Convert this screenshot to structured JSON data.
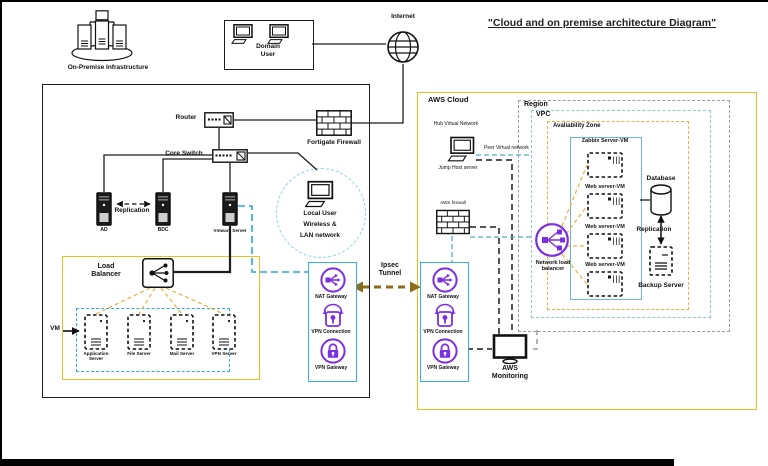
{
  "title": "\"Cloud and on premise architecture Diagram\"",
  "top": {
    "infra": "On-Premise Infrastructure",
    "domain_user": "Domain User",
    "internet": "Internet"
  },
  "onprem": {
    "router": "Router",
    "core_switch": "Core Switch",
    "firewall": "Fortigate Firewall",
    "replication": "Replication",
    "servers": [
      {
        "name": "AD"
      },
      {
        "name": "BDC"
      },
      {
        "name": "Vmware Server"
      }
    ],
    "local_user": {
      "l1": "Local User",
      "l2": "Wireless &",
      "l3": "LAN network"
    },
    "load_balancer": "Load Balancer",
    "vm": "VM",
    "vms": [
      {
        "name": "Application Server"
      },
      {
        "name": "File Server"
      },
      {
        "name": "Mail Server"
      },
      {
        "name": "VPN Server"
      }
    ]
  },
  "gateways": {
    "nat": "NAT Gateway",
    "vpn_connection": "VPN Connection",
    "vpn_gateway": "VPN Gateway",
    "ipsec": "Ipsec Tunnel"
  },
  "aws": {
    "cloud": "AWS Cloud",
    "region": "Region",
    "vpc": "VPC",
    "az": "Avaliability Zone",
    "hub": "Hub Virtual Network",
    "peer": "Peer Virtual network",
    "jump": "Jump Host server",
    "firewall": "AWS firewall",
    "nlb": "Network load balancer",
    "vms": [
      {
        "name": "Zabbix Server-VM"
      },
      {
        "name": "Web server-VM"
      },
      {
        "name": "Web server-VM"
      },
      {
        "name": "Web server-VM"
      }
    ],
    "database": "Database",
    "replication": "Replication",
    "backup": "Backup Server",
    "monitoring": "AWS Monitoring"
  },
  "colors": {
    "accent_yellow": "#e3c21f",
    "az_yellow": "#e3b33c",
    "accent_blue": "#2da8dc",
    "accent_teal": "#54aebd",
    "accent_purple": "#7b2fe0"
  }
}
